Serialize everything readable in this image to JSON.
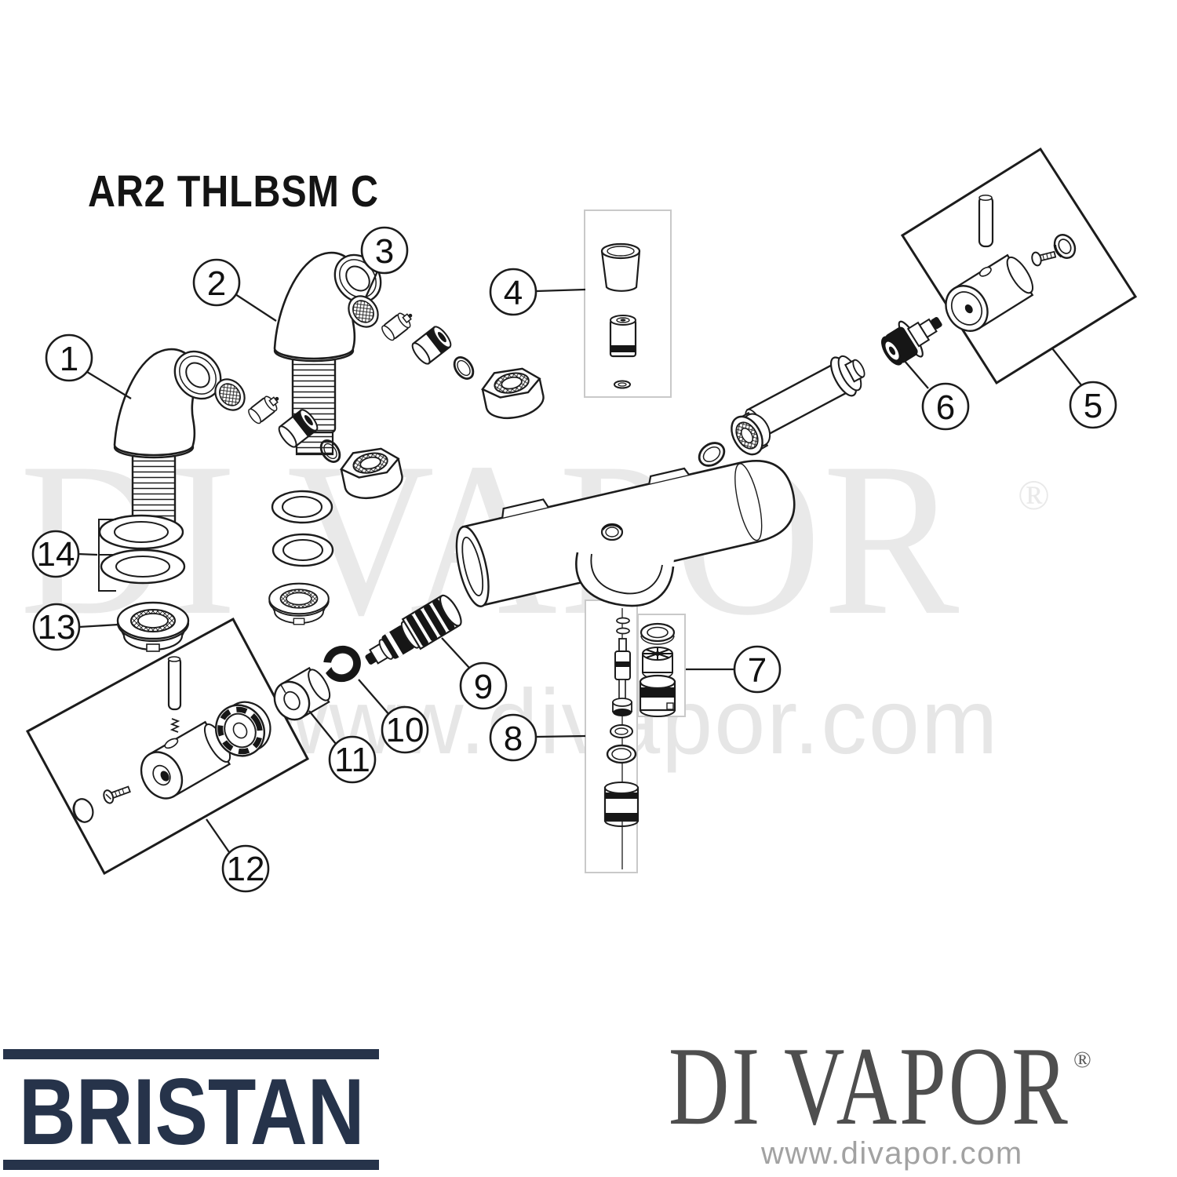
{
  "diagram": {
    "title": "AR2 THLBSM C",
    "callouts": [
      {
        "label": "1"
      },
      {
        "label": "2"
      },
      {
        "label": "3"
      },
      {
        "label": "4"
      },
      {
        "label": "5"
      },
      {
        "label": "6"
      },
      {
        "label": "7"
      },
      {
        "label": "8"
      },
      {
        "label": "9"
      },
      {
        "label": "10"
      },
      {
        "label": "11"
      },
      {
        "label": "12"
      },
      {
        "label": "13"
      },
      {
        "label": "14"
      }
    ]
  },
  "watermark": {
    "brand": "DI VAPOR",
    "registered": "®",
    "url": "www.divapor.com"
  },
  "footer": {
    "bristan": {
      "wordmark": "BRISTAN"
    },
    "divapor": {
      "wordmark": "DI VAPOR",
      "registered": "®",
      "url": "www.divapor.com"
    }
  },
  "colors": {
    "background": "#ffffff",
    "line_art": "#1c1c1c",
    "kit_box_stroke": "#c9c9c9",
    "bristan_navy": "#26334a",
    "divapor_gray": "#4e4e4e",
    "divapor_url_gray": "#a2a2a2",
    "watermark_gray": "#e9e9e9"
  }
}
